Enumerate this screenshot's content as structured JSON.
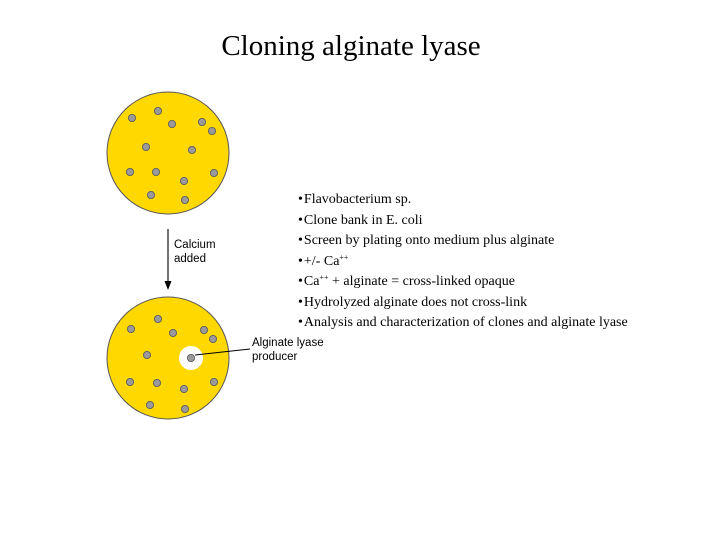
{
  "slide": {
    "title": "Cloning alginate lyase"
  },
  "diagram": {
    "plate_color": "#FFD800",
    "plate_stroke": "#555555",
    "colony_color": "#9A9A9A",
    "clear_zone_color": "#FFFFFF",
    "arrow_label_line1": "Calcium",
    "arrow_label_line2": "added",
    "producer_label_line1": "Alginate lyase",
    "producer_label_line2": "producer"
  },
  "bullets": {
    "marker": "•",
    "items": [
      {
        "text": "Flavobacterium sp."
      },
      {
        "text": "Clone bank in E. coli"
      },
      {
        "text": "Screen by plating onto medium plus alginate"
      },
      {
        "pre": "+/- Ca",
        "sup": "++",
        "post": ""
      },
      {
        "pre": "Ca",
        "sup": "++",
        "post": " + alginate = cross-linked opaque"
      },
      {
        "text": "Hydrolyzed alginate does not cross-link"
      },
      {
        "text": "Analysis and characterization of clones and alginate lyase"
      }
    ]
  }
}
